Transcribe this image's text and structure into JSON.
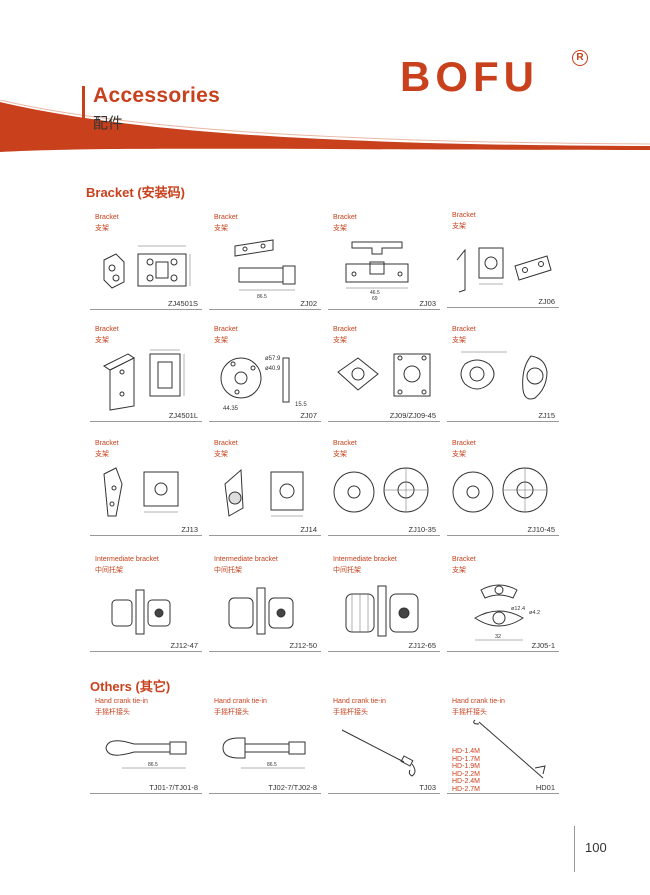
{
  "header": {
    "title": "Accessories",
    "subtitle": "配件",
    "logo": "BOFU",
    "logo_mark": "R"
  },
  "sections": {
    "bracket": {
      "title_en": "Bracket",
      "title_cn": "(安装码)"
    },
    "others": {
      "title_en": "Others",
      "title_cn": "(其它)"
    }
  },
  "items": [
    {
      "label_en": "Bracket",
      "label_cn": "支架",
      "code": "ZJ4501S"
    },
    {
      "label_en": "Bracket",
      "label_cn": "支架",
      "code": "ZJ02"
    },
    {
      "label_en": "Bracket",
      "label_cn": "支架",
      "code": "ZJ03"
    },
    {
      "label_en": "Bracket",
      "label_cn": "支架",
      "code": "ZJ06"
    },
    {
      "label_en": "Bracket",
      "label_cn": "支架",
      "code": "ZJ4501L"
    },
    {
      "label_en": "Bracket",
      "label_cn": "支架",
      "code": "ZJ07"
    },
    {
      "label_en": "Bracket",
      "label_cn": "支架",
      "code": "ZJ09/ZJ09-45"
    },
    {
      "label_en": "Bracket",
      "label_cn": "支架",
      "code": "ZJ15"
    },
    {
      "label_en": "Bracket",
      "label_cn": "支架",
      "code": "ZJ13"
    },
    {
      "label_en": "Bracket",
      "label_cn": "支架",
      "code": "ZJ14"
    },
    {
      "label_en": "Bracket",
      "label_cn": "支架",
      "code": "ZJ10-35"
    },
    {
      "label_en": "Bracket",
      "label_cn": "支架",
      "code": "ZJ10-45"
    },
    {
      "label_en": "Intermediate bracket",
      "label_cn": "中间托架",
      "code": "ZJ12-47"
    },
    {
      "label_en": "Intermediate bracket",
      "label_cn": "中间托架",
      "code": "ZJ12-50"
    },
    {
      "label_en": "Intermediate bracket",
      "label_cn": "中间托架",
      "code": "ZJ12-65"
    },
    {
      "label_en": "Bracket",
      "label_cn": "支架",
      "code": "ZJ05-1"
    },
    {
      "label_en": "Hand crank tie-in",
      "label_cn": "手摇杆接头",
      "code": "TJ01-7/TJ01-8"
    },
    {
      "label_en": "Hand crank tie-in",
      "label_cn": "手摇杆接头",
      "code": "TJ02-7/TJ02-8"
    },
    {
      "label_en": "Hand crank tie-in",
      "label_cn": "手摇杆接头",
      "code": "TJ03"
    },
    {
      "label_en": "Hand crank tie-in",
      "label_cn": "手摇杆接头",
      "code": "HD01"
    }
  ],
  "dimensions": {
    "zj07_a": "ø57.9",
    "zj07_b": "ø40.9",
    "zj07_c": "44.35",
    "zj07_d": "15.5",
    "zj05_a": "ø12.4",
    "zj05_b": "ø4.2",
    "zj05_c": "32",
    "zj02_a": "86.5",
    "zj03_a": "46.5",
    "zj03_b": "69",
    "tj01_a": "86.5",
    "tj02_a": "86.5"
  },
  "hd01_lengths": [
    "HD-1.4M",
    "HD-1.7M",
    "HD-1.9M",
    "HD-2.2M",
    "HD-2.4M",
    "HD-2.7M"
  ],
  "footer": {
    "page_number": "100"
  },
  "colors": {
    "brand": "#c8401c"
  }
}
